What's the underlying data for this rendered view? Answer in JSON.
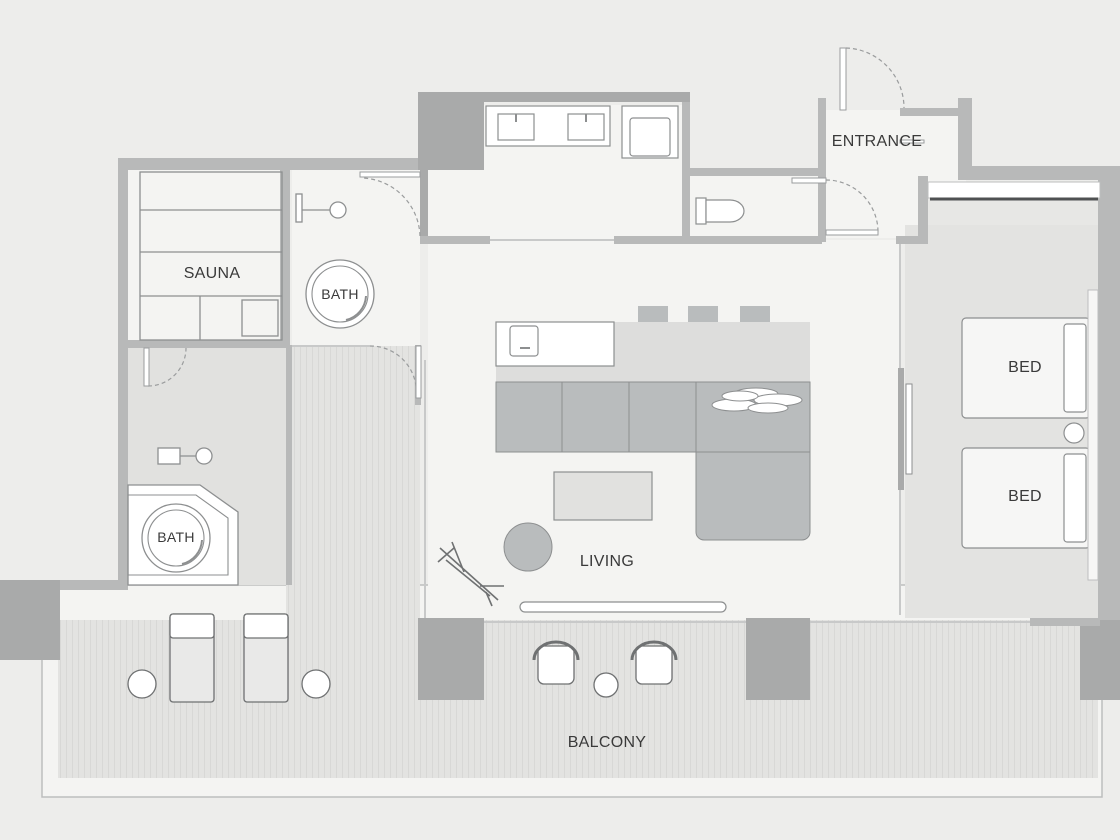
{
  "rooms": {
    "sauna": "SAUNA",
    "bath_upper": "BATH",
    "bath_lower": "BATH",
    "entrance": "ENTRANCE",
    "living": "LIVING",
    "bed_upper": "BED",
    "bed_lower": "BED",
    "balcony": "BALCONY"
  },
  "colors": {
    "background": "#ededeb",
    "floor": "#f4f4f2",
    "wall": "#b8b9b9",
    "wall_dark": "#a9aaaa",
    "deck": "#e2e2e0",
    "furniture": "#b9bcbd",
    "furniture_light": "#dcdcdb",
    "line": "#8d8f90"
  }
}
